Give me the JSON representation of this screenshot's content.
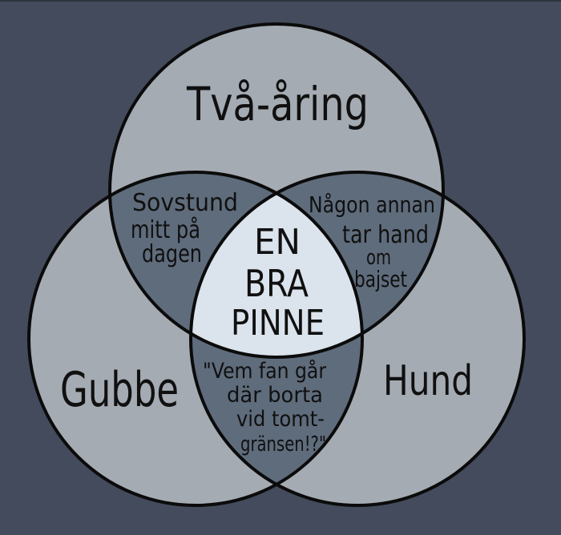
{
  "venn": {
    "sets": {
      "top": "Två-åring",
      "left": "Gubbe",
      "right": "Hund"
    },
    "overlaps": {
      "top_left": [
        "Sovstund",
        "mitt på",
        "dagen"
      ],
      "top_right": [
        "Någon annan",
        "tar hand",
        "om",
        "bajset"
      ],
      "left_right": [
        "\"Vem fan går",
        "där borta",
        "vid tomt-",
        "gränsen!?\""
      ],
      "center": [
        "EN",
        "BRA",
        "PINNE"
      ]
    },
    "colors": {
      "background": "#434b5c",
      "top_band": "#2d323d",
      "circle_fill": "#a5abb3",
      "overlap_fill": "#5f6c7c",
      "center_fill": "#dbe3ec",
      "outline": "#0b0b0b"
    }
  }
}
